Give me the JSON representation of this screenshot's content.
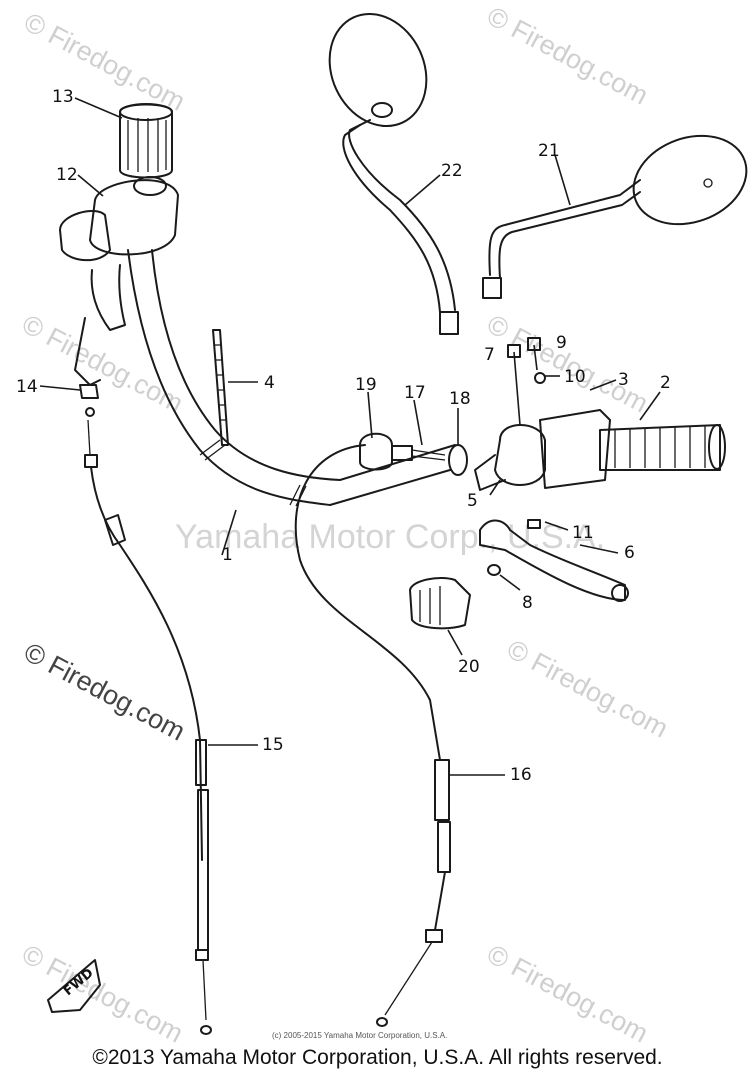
{
  "diagram": {
    "callouts": [
      "1",
      "2",
      "3",
      "4",
      "5",
      "6",
      "7",
      "8",
      "9",
      "10",
      "11",
      "12",
      "13",
      "14",
      "15",
      "16",
      "17",
      "18",
      "19",
      "20",
      "21",
      "22"
    ],
    "fwd_label": "FWD",
    "watermarks": {
      "firedog": "© Firedog.com",
      "center": "Yamaha Motor Corp., U.S.A."
    },
    "small_credit": "(c) 2005-2015 Yamaha Motor Corporation, U.S.A.",
    "copyright": "©2013 Yamaha Motor Corporation, U.S.A. All rights reserved."
  }
}
